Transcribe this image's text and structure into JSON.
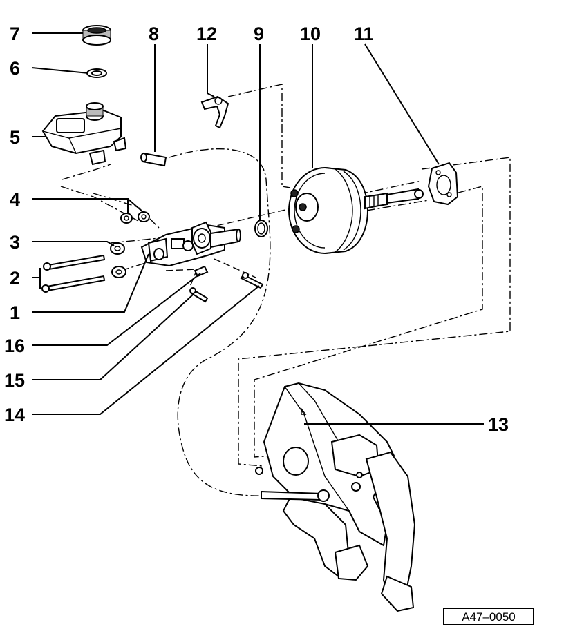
{
  "diagram": {
    "labels": [
      "1",
      "2",
      "3",
      "4",
      "5",
      "6",
      "7",
      "8",
      "9",
      "10",
      "11",
      "12",
      "13",
      "14",
      "15",
      "16"
    ],
    "reference": "A47–0050"
  }
}
